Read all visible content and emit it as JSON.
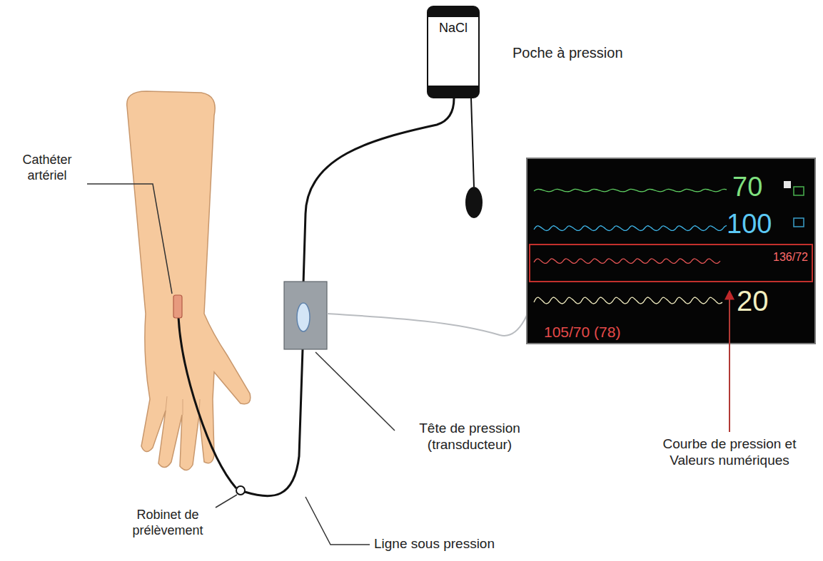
{
  "diagram": {
    "nodes": [
      {
        "text": [
          "NaCl"
        ]
      },
      {
        "text": [
          "70",
          "100",
          "20",
          "105/70 (78)"
        ]
      },
      {
        "text": [
          "136/72"
        ],
        "in": 1
      }
    ],
    "labels": [
      "Poche à pression",
      "Cathéter artériel",
      "Tête de pression (transducteur)",
      "Robinet de prélèvement",
      "Ligne sous pression",
      "Courbe de pression et Valeurs numériques"
    ]
  }
}
